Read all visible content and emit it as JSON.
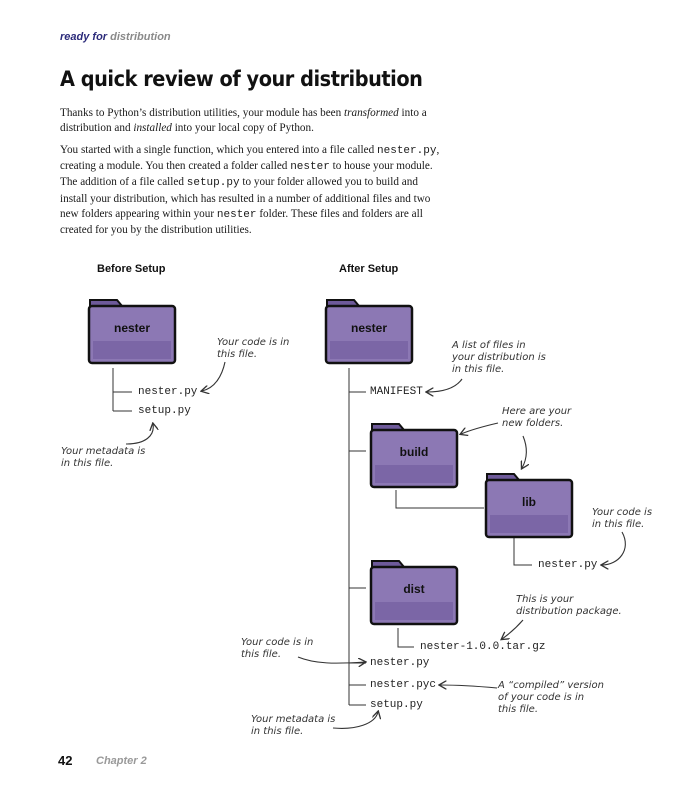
{
  "header": {
    "kicker_part1": "ready for",
    "kicker_part2": "distribution"
  },
  "title": "A quick review of your distribution",
  "para1": {
    "t1": "Thanks to Python’s distribution utilities, your module has been ",
    "em1": "transformed",
    "t2": " into a distribution and ",
    "em2": "installed",
    "t3": " into your local copy of Python."
  },
  "para2": {
    "t1": "You started with a single function, which you entered into a file called ",
    "c1": "nester.py",
    "t2": ", creating a module. You then created a folder called ",
    "c2": "nester",
    "t3": " to house your module. The addition of a file called ",
    "c3": "setup.py",
    "t4": " to your folder allowed you to build and install your distribution, which has resulted in a number of additional files and two new folders appearing within your ",
    "c4": "nester",
    "t5": " folder. These files and folders are all created for you by the distribution utilities."
  },
  "before": {
    "heading": "Before Setup",
    "folder": "nester",
    "files": [
      "nester.py",
      "setup.py"
    ],
    "note_code": [
      "Your code is in",
      "this file."
    ],
    "note_meta": [
      "Your metadata is",
      "in this file."
    ]
  },
  "after": {
    "heading": "After Setup",
    "folder": "nester",
    "manifest": "MANIFEST",
    "note_manifest": [
      "A list of files in",
      "your distribution is",
      "in this file."
    ],
    "note_new": [
      "Here are your",
      "new folders."
    ],
    "build_folder": "build",
    "lib_folder": "lib",
    "lib_file": "nester.py",
    "note_lib": [
      "Your code is",
      "in this file."
    ],
    "dist_folder": "dist",
    "dist_file": "nester-1.0.0.tar.gz",
    "note_dist": [
      "This is your",
      "distribution package."
    ],
    "files": [
      "nester.py",
      "nester.pyc",
      "setup.py"
    ],
    "note_code": [
      "Your code is in",
      "this file."
    ],
    "note_pyc": [
      "A “compiled” version",
      "of your code is in",
      "this file."
    ],
    "note_meta": [
      "Your metadata is",
      "in this file."
    ]
  },
  "footer": {
    "page": "42",
    "chapter": "Chapter 2"
  },
  "colors": {
    "folder_fill": "#8c78b4",
    "folder_dark": "#5d4a86",
    "kicker": "#2b2a7a"
  }
}
